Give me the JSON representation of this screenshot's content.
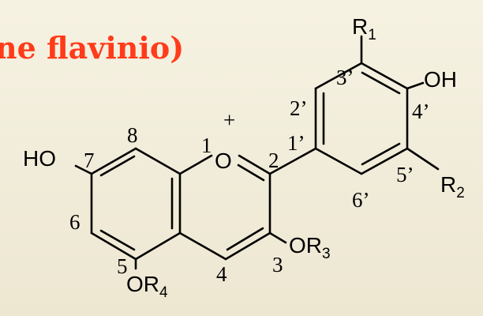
{
  "title": "ne flavinio)",
  "charge": "+",
  "atoms": {
    "o1": "O",
    "ho7": "HO",
    "oh4p": "OH",
    "r1": "R",
    "r1_sub": "1",
    "r2": "R",
    "r2_sub": "2",
    "or3": "OR",
    "or3_sub": "3",
    "or5": "OR",
    "or5_sub": "4"
  },
  "positions": {
    "p1": "1",
    "p2": "2",
    "p3": "3",
    "p4": "4",
    "p5": "5",
    "p6": "6",
    "p7": "7",
    "p8": "8",
    "p1p": "1’",
    "p2p": "2’",
    "p3p": "3’",
    "p4p": "4’",
    "p5p": "5’",
    "p6p": "6’"
  }
}
